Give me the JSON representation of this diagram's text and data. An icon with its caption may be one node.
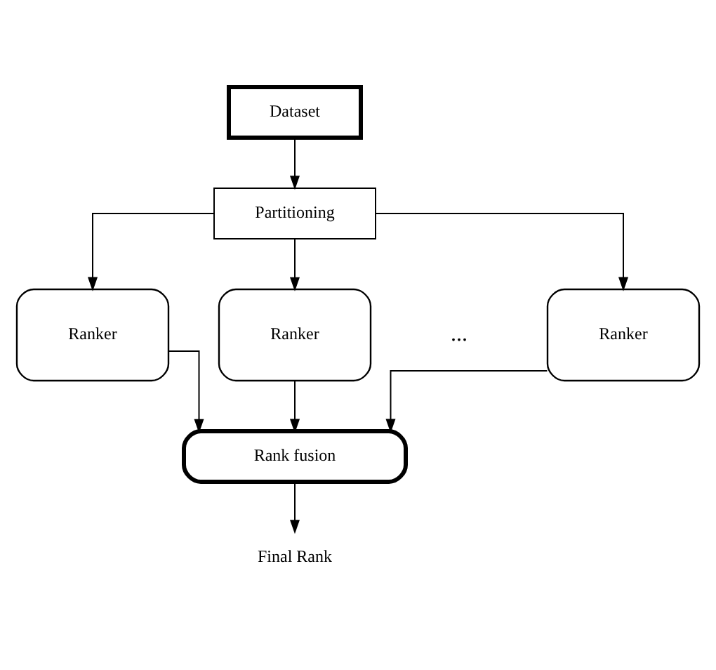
{
  "diagram": {
    "nodes": [
      {
        "text": [
          "Dataset"
        ]
      },
      {
        "text": [
          "Partitioning"
        ]
      },
      {
        "text": [
          "Ranker"
        ]
      },
      {
        "text": [
          "Ranker"
        ]
      },
      {
        "text": [
          "Ranker"
        ]
      },
      {
        "text": [
          "Rank fusion"
        ]
      },
      {
        "text": [
          "Final Rank"
        ]
      }
    ],
    "edges": [
      {
        "from": 0,
        "to": 1,
        "arrow": "to"
      },
      {
        "from": 1,
        "to": 2,
        "arrow": "to"
      },
      {
        "from": 1,
        "to": 3,
        "arrow": "to"
      },
      {
        "from": 1,
        "to": 4,
        "arrow": "to"
      },
      {
        "from": 2,
        "to": 5,
        "arrow": "to"
      },
      {
        "from": 3,
        "to": 5,
        "arrow": "to"
      },
      {
        "from": 4,
        "to": 5,
        "arrow": "to"
      },
      {
        "from": 5,
        "to": 6,
        "arrow": "to"
      }
    ],
    "labels": [
      "..."
    ]
  }
}
